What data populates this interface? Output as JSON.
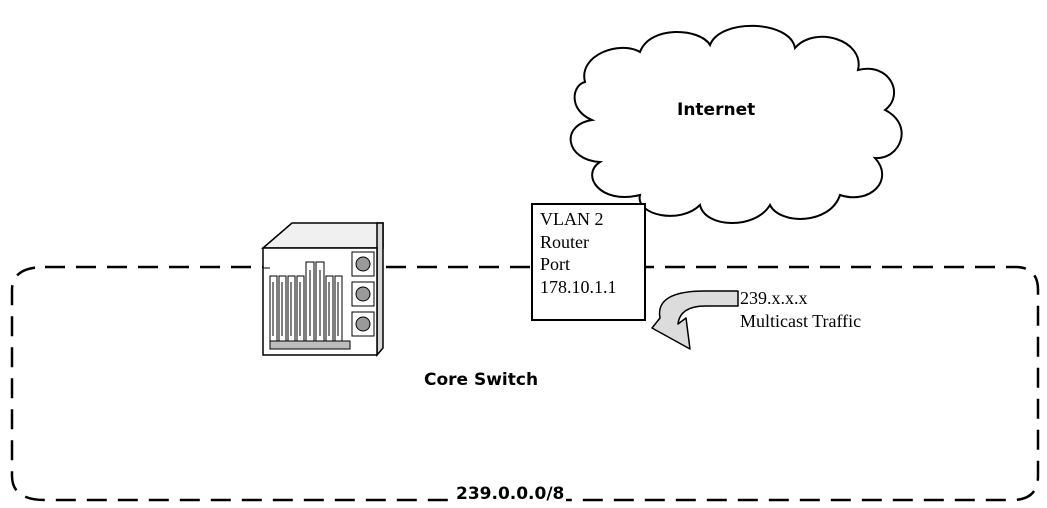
{
  "internet_label": "Internet",
  "router_box": {
    "lines": [
      "VLAN 2",
      "Router",
      "Port",
      "178.10.1.1"
    ]
  },
  "traffic_label": {
    "line1": "239.x.x.x",
    "line2": "Multicast Traffic"
  },
  "switch_label": "Core Switch",
  "subnet_label": "239.0.0.0/8"
}
